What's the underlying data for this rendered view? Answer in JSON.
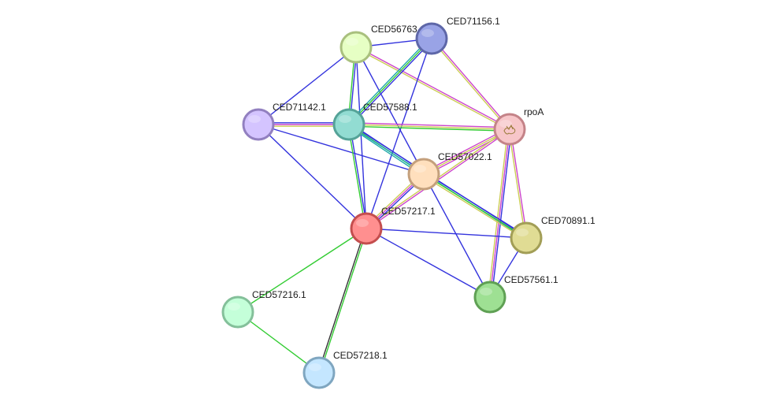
{
  "nodes": [
    {
      "id": "CED56763",
      "label": "CED56763.1",
      "fill": "#e6ffc4",
      "stroke": "#a9c07e"
    },
    {
      "id": "CED71156",
      "label": "CED71156.1",
      "fill": "#99a3e6",
      "stroke": "#5e67a8"
    },
    {
      "id": "CED71142",
      "label": "CED71142.1",
      "fill": "#d4c4ff",
      "stroke": "#9280c0"
    },
    {
      "id": "CED57588",
      "label": "CED57588.1",
      "fill": "#92dcd2",
      "stroke": "#55a398"
    },
    {
      "id": "rpoA",
      "label": "rpoA",
      "fill": "#f7c6c9",
      "stroke": "#c48388",
      "icon": "protein-structure-icon"
    },
    {
      "id": "CED57022",
      "label": "CED57022.1",
      "fill": "#ffdfbd",
      "stroke": "#c4a07c"
    },
    {
      "id": "CED57217",
      "label": "CED57217.1",
      "fill": "#ff8f8f",
      "stroke": "#c44e4e"
    },
    {
      "id": "CED70891",
      "label": "CED70891.1",
      "fill": "#e0dc94",
      "stroke": "#a29e56"
    },
    {
      "id": "CED57561",
      "label": "CED57561.1",
      "fill": "#9ee093",
      "stroke": "#5fa054"
    },
    {
      "id": "CED57216",
      "label": "CED57216.1",
      "fill": "#c4ffd9",
      "stroke": "#84c09a"
    },
    {
      "id": "CED57218",
      "label": "CED57218.1",
      "fill": "#c4e6ff",
      "stroke": "#7fa6c0"
    }
  ],
  "edge_colors": {
    "blue": "#3333dd",
    "green": "#33cc33",
    "magenta": "#cc44cc",
    "yellow": "#cccc55",
    "teal": "#22aaaa",
    "black": "#333333"
  },
  "edges": [
    {
      "source": "CED56763",
      "target": "CED71156",
      "types": [
        "blue"
      ]
    },
    {
      "source": "CED56763",
      "target": "CED71142",
      "types": [
        "blue"
      ]
    },
    {
      "source": "CED56763",
      "target": "CED57588",
      "types": [
        "blue",
        "green"
      ]
    },
    {
      "source": "CED56763",
      "target": "rpoA",
      "types": [
        "magenta",
        "yellow"
      ]
    },
    {
      "source": "CED56763",
      "target": "CED57022",
      "types": [
        "blue"
      ]
    },
    {
      "source": "CED56763",
      "target": "CED57217",
      "types": [
        "blue"
      ]
    },
    {
      "source": "CED71156",
      "target": "CED57588",
      "types": [
        "blue",
        "green",
        "teal"
      ]
    },
    {
      "source": "CED71156",
      "target": "rpoA",
      "types": [
        "magenta",
        "yellow"
      ]
    },
    {
      "source": "CED71156",
      "target": "CED57217",
      "types": [
        "blue"
      ]
    },
    {
      "source": "CED71142",
      "target": "CED57588",
      "types": [
        "blue",
        "magenta",
        "yellow"
      ]
    },
    {
      "source": "CED71142",
      "target": "CED57022",
      "types": [
        "blue"
      ]
    },
    {
      "source": "CED71142",
      "target": "CED57217",
      "types": [
        "blue"
      ]
    },
    {
      "source": "CED57588",
      "target": "rpoA",
      "types": [
        "magenta",
        "yellow",
        "green"
      ]
    },
    {
      "source": "CED57588",
      "target": "CED57022",
      "types": [
        "blue",
        "green",
        "teal"
      ]
    },
    {
      "source": "CED57588",
      "target": "CED57217",
      "types": [
        "blue",
        "green"
      ]
    },
    {
      "source": "CED57588",
      "target": "CED70891",
      "types": [
        "blue",
        "teal"
      ]
    },
    {
      "source": "rpoA",
      "target": "CED57022",
      "types": [
        "magenta",
        "yellow",
        "magenta"
      ]
    },
    {
      "source": "rpoA",
      "target": "CED57217",
      "types": [
        "magenta",
        "yellow"
      ]
    },
    {
      "source": "rpoA",
      "target": "CED70891",
      "types": [
        "magenta",
        "yellow"
      ]
    },
    {
      "source": "rpoA",
      "target": "CED57561",
      "types": [
        "blue",
        "magenta",
        "yellow"
      ]
    },
    {
      "source": "CED57022",
      "target": "CED57217",
      "types": [
        "blue",
        "magenta",
        "yellow"
      ]
    },
    {
      "source": "CED57022",
      "target": "CED70891",
      "types": [
        "blue",
        "green",
        "yellow"
      ]
    },
    {
      "source": "CED57022",
      "target": "CED57561",
      "types": [
        "blue"
      ]
    },
    {
      "source": "CED57217",
      "target": "CED70891",
      "types": [
        "blue"
      ]
    },
    {
      "source": "CED57217",
      "target": "CED57561",
      "types": [
        "blue"
      ]
    },
    {
      "source": "CED57217",
      "target": "CED57216",
      "types": [
        "green"
      ]
    },
    {
      "source": "CED57217",
      "target": "CED57218",
      "types": [
        "green",
        "black"
      ]
    },
    {
      "source": "CED70891",
      "target": "CED57561",
      "types": [
        "blue"
      ]
    },
    {
      "source": "CED57216",
      "target": "CED57218",
      "types": [
        "green"
      ]
    }
  ]
}
